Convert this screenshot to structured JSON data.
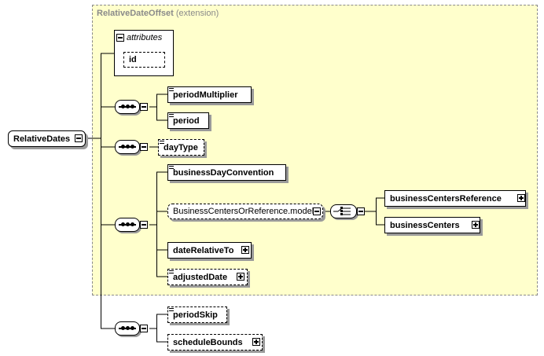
{
  "extension": {
    "name": "RelativeDateOffset",
    "suffix": "(extension)"
  },
  "attributes": {
    "title": "attributes",
    "items": [
      "id"
    ]
  },
  "root": {
    "label": "RelativeDates"
  },
  "groups": {
    "seq1": [
      "periodMultiplier",
      "period"
    ],
    "seq2": [
      "dayType"
    ],
    "seq3": [
      "businessDayConvention",
      "BusinessCentersOrReference.model",
      "dateRelativeTo",
      "adjustedDate"
    ],
    "choice": [
      "businessCentersReference",
      "businessCenters"
    ],
    "seq4": [
      "periodSkip",
      "scheduleBounds"
    ]
  },
  "colors": {
    "extension_bg": "#ffffcc",
    "extension_border": "#8a8a8a",
    "shadow": "#9a9a9a"
  }
}
